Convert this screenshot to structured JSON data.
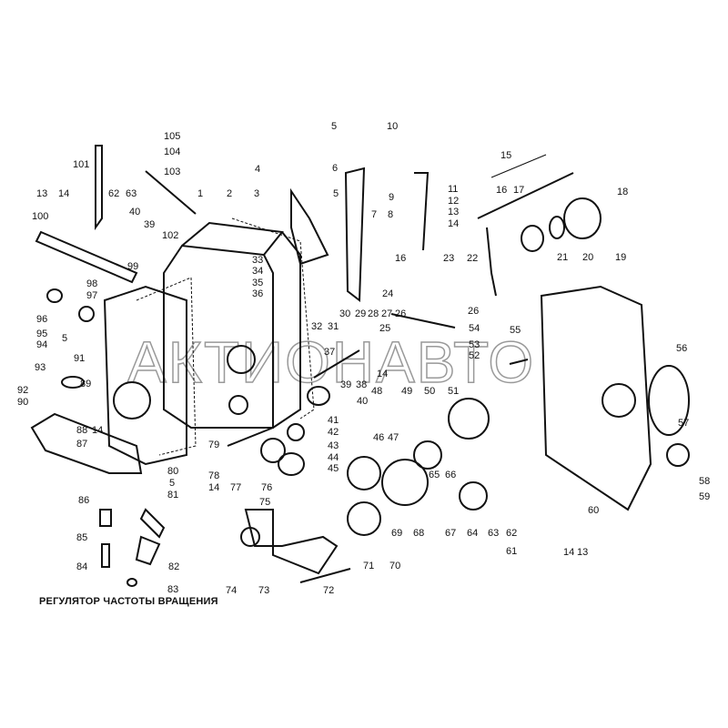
{
  "caption": "РЕГУЛЯТОР ЧАСТОТЫ ВРАЩЕНИЯ",
  "watermark": "АКТИОНАВТО",
  "part_labels": [
    "105",
    "104",
    "103",
    "101",
    "13",
    "14",
    "62",
    "63",
    "40",
    "39",
    "102",
    "100",
    "99",
    "98",
    "97",
    "96",
    "95",
    "94",
    "5",
    "93",
    "91",
    "92",
    "90",
    "89",
    "88",
    "14",
    "87",
    "80",
    "5",
    "86",
    "81",
    "85",
    "84",
    "82",
    "83",
    "1",
    "2",
    "3",
    "4",
    "5",
    "10",
    "6",
    "5",
    "33",
    "34",
    "35",
    "36",
    "32",
    "31",
    "30",
    "29",
    "28",
    "27",
    "26",
    "24",
    "9",
    "8",
    "7",
    "16",
    "11",
    "12",
    "13",
    "14",
    "23",
    "22",
    "26",
    "25",
    "54",
    "53",
    "52",
    "15",
    "16",
    "17",
    "18",
    "21",
    "20",
    "19",
    "55",
    "56",
    "37",
    "14",
    "39",
    "38",
    "40",
    "48",
    "49",
    "50",
    "51",
    "41",
    "42",
    "43",
    "44",
    "45",
    "46",
    "47",
    "79",
    "78",
    "14",
    "77",
    "76",
    "75",
    "57",
    "58",
    "59",
    "60",
    "65",
    "66",
    "64",
    "63",
    "62",
    "68",
    "67",
    "69",
    "70",
    "71",
    "72",
    "73",
    "74",
    "61",
    "14",
    "13"
  ]
}
